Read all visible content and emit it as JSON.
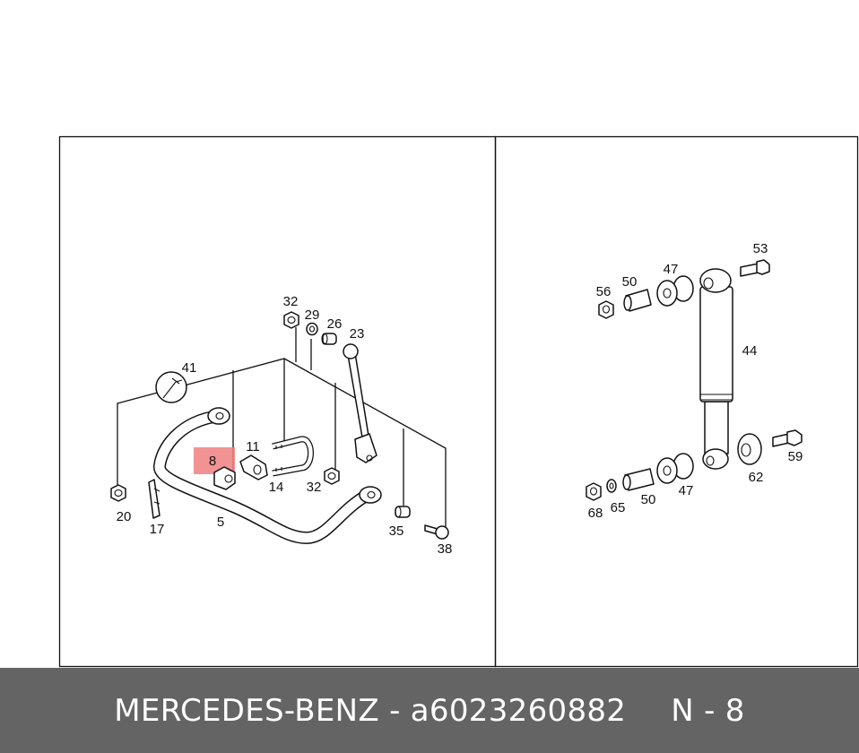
{
  "callouts": {
    "p8": "8",
    "p11": "11",
    "p14": "14",
    "p17": "17",
    "p20": "20",
    "p23": "23",
    "p26": "26",
    "p29": "29",
    "p32a": "32",
    "p32b": "32",
    "p35": "35",
    "p38": "38",
    "p41": "41",
    "p5": "5",
    "p44": "44",
    "p47a": "47",
    "p47b": "47",
    "p50a": "50",
    "p50b": "50",
    "p53": "53",
    "p56": "56",
    "p59": "59",
    "p62": "62",
    "p65": "65",
    "p68": "68"
  },
  "highlight": {
    "part": "8",
    "color": "#f08080"
  },
  "footer": {
    "text": "MERCEDES-BENZ - a6023260882",
    "code": "N - 8"
  },
  "colors": {
    "footer_bg": "#646464",
    "footer_text": "#ffffff"
  },
  "icons": {
    "tool": "wrench-icon"
  }
}
